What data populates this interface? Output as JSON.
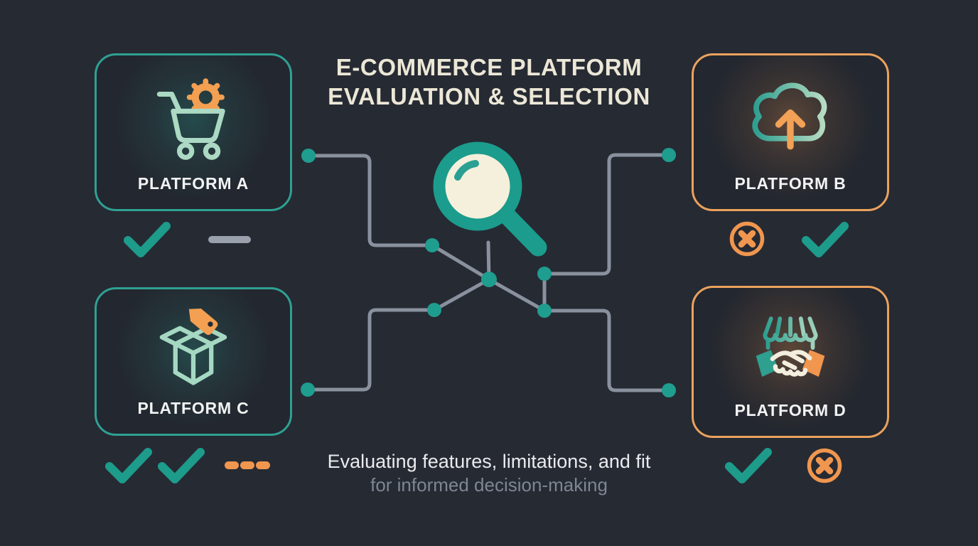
{
  "title": {
    "line1": "E-COMMERCE PLATFORM",
    "line2": "EVALUATION & SELECTION"
  },
  "platforms": {
    "a": {
      "label": "PLATFORM A",
      "icon": "shopping-cart-gear-icon",
      "border_color": "#2ea193",
      "marks": [
        "check",
        "dash"
      ]
    },
    "b": {
      "label": "PLATFORM B",
      "icon": "cloud-upload-icon",
      "border_color": "#eba25d",
      "marks": [
        "cross-circle",
        "check"
      ]
    },
    "c": {
      "label": "PLATFORM C",
      "icon": "open-box-price-tag-icon",
      "border_color": "#2ea193",
      "marks": [
        "check",
        "check",
        "ellipsis-dashes"
      ]
    },
    "d": {
      "label": "PLATFORM D",
      "icon": "storefront-handshake-icon",
      "border_color": "#eba25d",
      "marks": [
        "check",
        "cross-circle"
      ]
    }
  },
  "center": {
    "icon": "magnifying-glass-icon"
  },
  "caption": {
    "line1": "Evaluating features, limitations, and fit",
    "line2": "for informed decision-making"
  },
  "colors": {
    "background": "#262a33",
    "teal": "#2a9d8f",
    "mint_icon": "#a9d9c3",
    "orange": "#f0964e",
    "cream": "#f2edda",
    "connector_gray": "#8a919e",
    "dash_gray": "#9aa1ad",
    "caption_gray": "#7e8694",
    "title_cream": "#ece7d6"
  }
}
